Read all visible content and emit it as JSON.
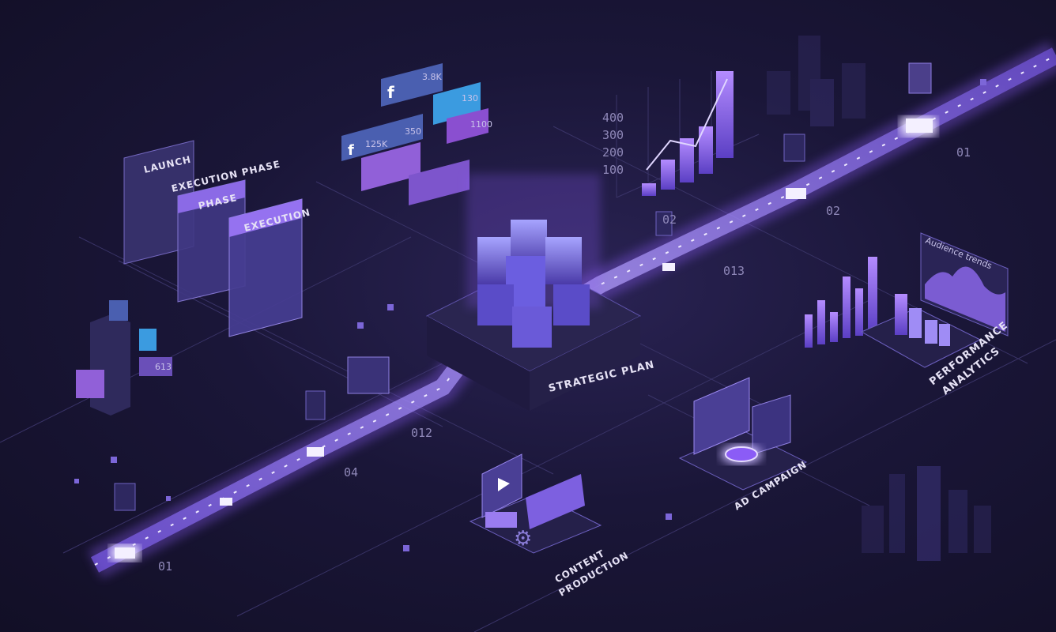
{
  "labels": {
    "launch": "LAUNCH",
    "execution_phase": "EXECUTION PHASE",
    "phase": "PHASE",
    "execution": "EXECUTION",
    "strategic_plan": "STRATEGIC PLAN",
    "content_production_1": "CONTENT",
    "content_production_2": "PRODUCTION",
    "ad_campaign": "AD CAMPAIGN",
    "performance_1": "PERFORMANCE",
    "performance_2": "ANALYTICS",
    "audience_trends": "Audience trends"
  },
  "social": {
    "fb_likes": "3.8K",
    "twitter": "130",
    "fb_count": "125K",
    "comments": "350",
    "instagram": "1100",
    "left_count": "613"
  },
  "milestones": [
    "01",
    "04",
    "012",
    "013",
    "02",
    "01",
    "02"
  ],
  "axis_ticks": [
    "400",
    "300",
    "200",
    "100"
  ],
  "colors": {
    "accent": "#8b5cf6",
    "glow": "#c4b5fd",
    "background": "#161330",
    "twitter": "#3b9be0",
    "facebook": "#4a5fb0"
  }
}
